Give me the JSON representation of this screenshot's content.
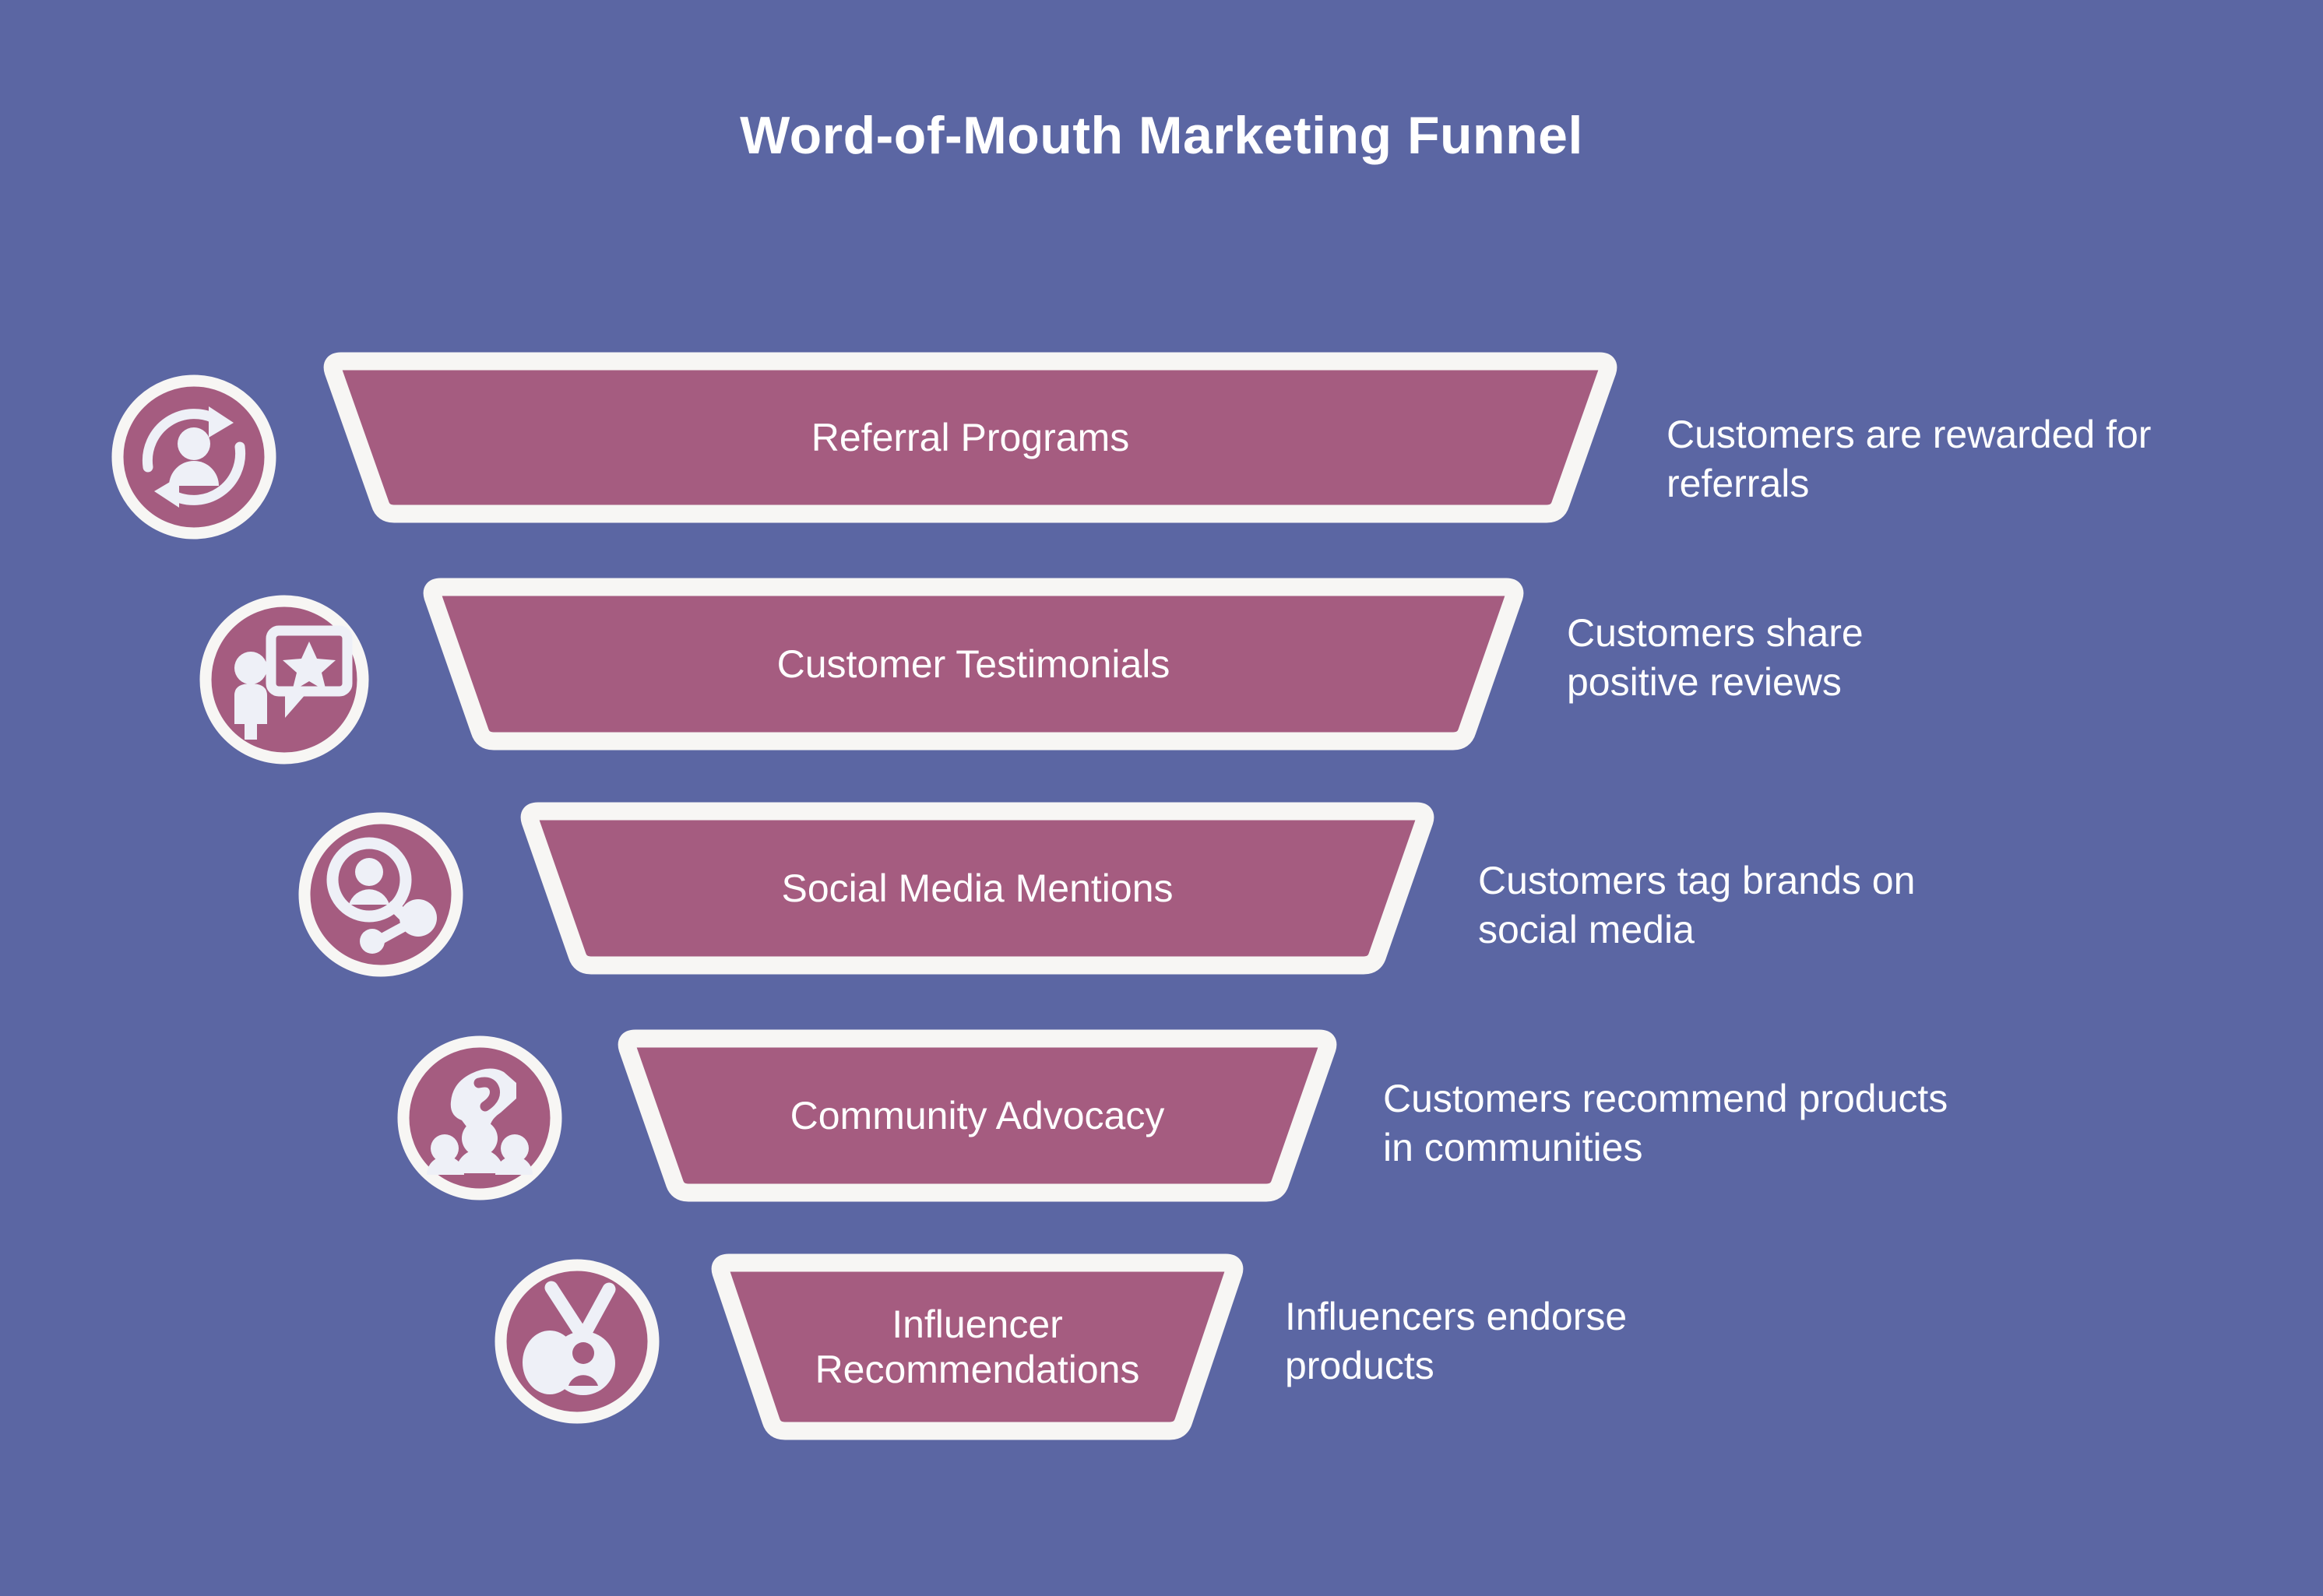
{
  "page": {
    "title": "Word-of-Mouth Marketing Funnel",
    "background_color": "#5b66a3",
    "funnel_fill_color": "#a55c80",
    "stroke_color": "#f7f6f4",
    "text_color": "#ffffff"
  },
  "stages": [
    {
      "label": "Referral Programs",
      "description": "Customers are rewarded for\nreferrals",
      "icon": "referral-loop-icon"
    },
    {
      "label": "Customer Testimonials",
      "description": "Customers share\npositive reviews",
      "icon": "testimonial-star-icon"
    },
    {
      "label": "Social Media Mentions",
      "description": "Customers tag brands on\nsocial media",
      "icon": "social-search-network-icon"
    },
    {
      "label": "Community Advocacy",
      "description": "Customers recommend products\nin communities",
      "icon": "community-hand-icon"
    },
    {
      "label": "Influencer\nRecommendations",
      "description": "Influencers endorse\nproducts",
      "icon": "influencer-megaphone-icon"
    }
  ]
}
